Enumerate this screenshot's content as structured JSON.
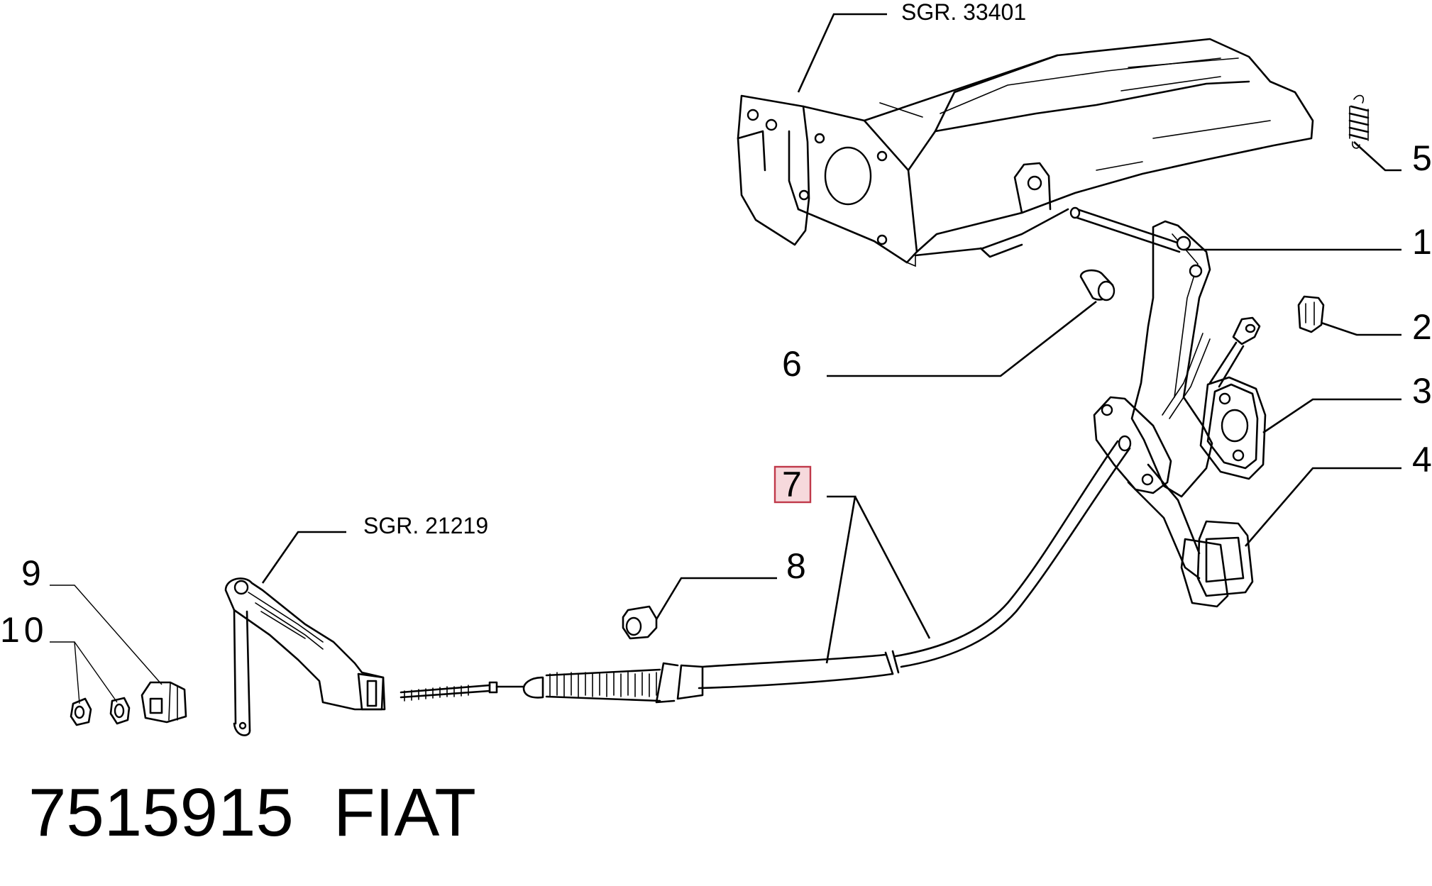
{
  "references": {
    "upper": "SGR. 33401",
    "left": "SGR. 21219"
  },
  "callouts": [
    {
      "id": "1",
      "label": "1"
    },
    {
      "id": "2",
      "label": "2"
    },
    {
      "id": "3",
      "label": "3"
    },
    {
      "id": "4",
      "label": "4"
    },
    {
      "id": "5",
      "label": "5"
    },
    {
      "id": "6",
      "label": "6"
    },
    {
      "id": "7",
      "label": "7",
      "highlighted": true
    },
    {
      "id": "8",
      "label": "8"
    },
    {
      "id": "9",
      "label": "9"
    },
    {
      "id": "10",
      "label": "10"
    }
  ],
  "footer": {
    "part_number": "7515915",
    "brand": "FIAT"
  },
  "colors": {
    "highlight_fill": "#f6d9dc",
    "highlight_stroke": "#c0394a",
    "ink": "#000000"
  }
}
